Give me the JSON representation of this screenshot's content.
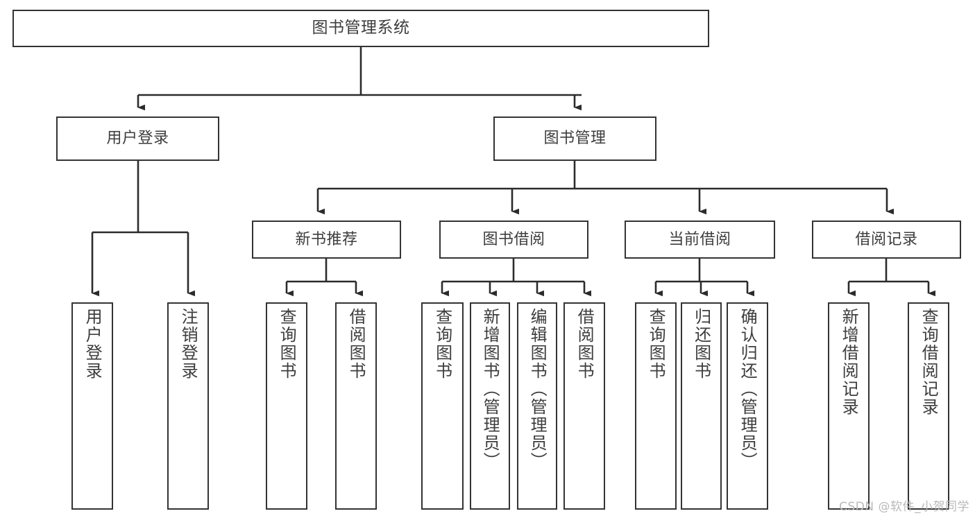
{
  "diagram": {
    "type": "tree-hierarchy",
    "title": "图书管理系统",
    "root": {
      "id": "root",
      "label": "图书管理系统"
    },
    "level2": [
      {
        "id": "user-login",
        "label": "用户登录"
      },
      {
        "id": "book-management",
        "label": "图书管理"
      }
    ],
    "level3": [
      {
        "id": "new-book-recommend",
        "label": "新书推荐",
        "parent": "book-management"
      },
      {
        "id": "book-borrow",
        "label": "图书借阅",
        "parent": "book-management"
      },
      {
        "id": "current-borrow",
        "label": "当前借阅",
        "parent": "book-management"
      },
      {
        "id": "borrow-record",
        "label": "借阅记录",
        "parent": "book-management"
      }
    ],
    "leaves": {
      "user-login": [
        {
          "id": "leaf-user-login",
          "label": "用户登录"
        },
        {
          "id": "leaf-logout",
          "label": "注销登录"
        }
      ],
      "new-book-recommend": [
        {
          "id": "leaf-query-book-1",
          "label": "查询图书"
        },
        {
          "id": "leaf-borrow-book-1",
          "label": "借阅图书"
        }
      ],
      "book-borrow": [
        {
          "id": "leaf-query-book-2",
          "label": "查询图书"
        },
        {
          "id": "leaf-add-book",
          "label": "新增图书（管理员）"
        },
        {
          "id": "leaf-edit-book",
          "label": "编辑图书（管理员）"
        },
        {
          "id": "leaf-borrow-book-2",
          "label": "借阅图书"
        }
      ],
      "current-borrow": [
        {
          "id": "leaf-query-book-3",
          "label": "查询图书"
        },
        {
          "id": "leaf-return-book",
          "label": "归还图书"
        },
        {
          "id": "leaf-confirm-return",
          "label": "确认归还（管理员）"
        }
      ],
      "borrow-record": [
        {
          "id": "leaf-add-record",
          "label": "新增借阅记录"
        },
        {
          "id": "leaf-query-record",
          "label": "查询借阅记录"
        }
      ]
    },
    "colors": {
      "box_border": "#333333",
      "box_fill": "#ffffff",
      "connector": "#2b2b2b",
      "text": "#3d3d3d",
      "watermark": "#b9b9b9"
    }
  },
  "watermark": {
    "text": "CSDN @软件_小贺同学"
  }
}
